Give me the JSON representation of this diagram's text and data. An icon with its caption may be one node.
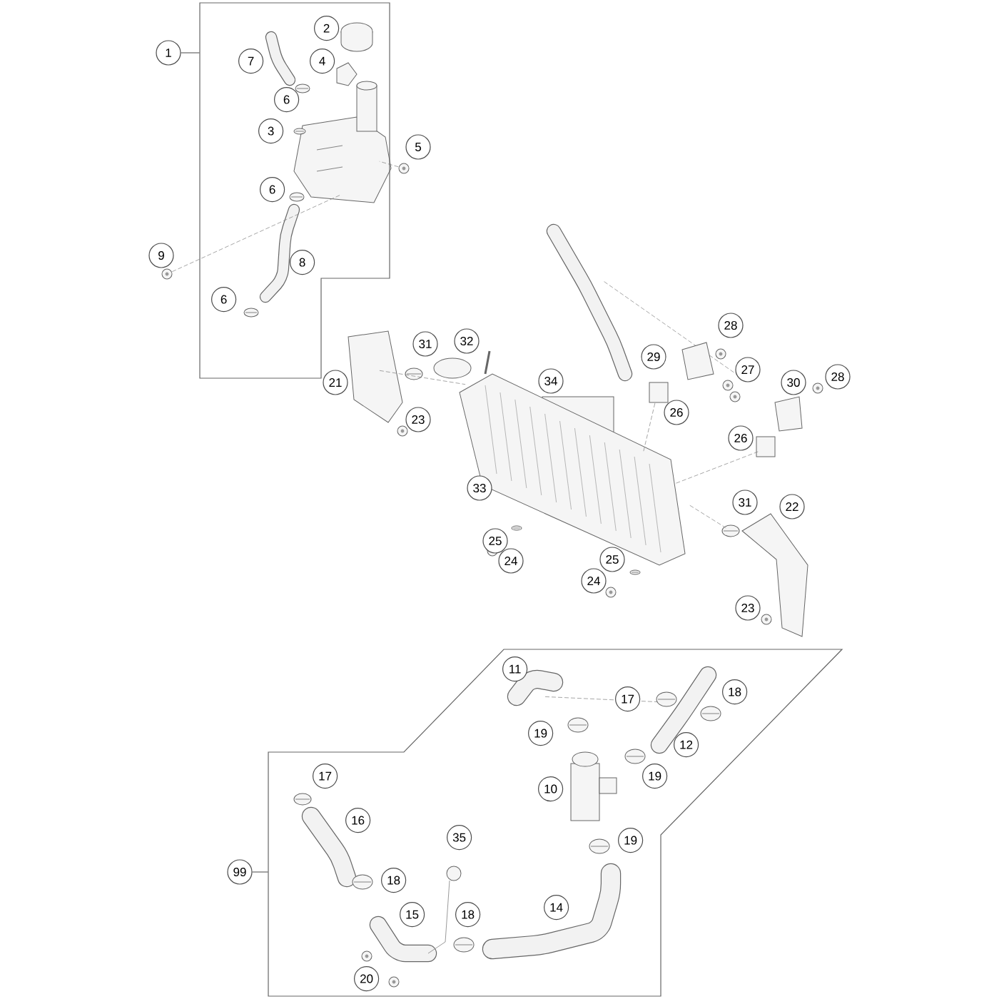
{
  "diagram": {
    "nodes": [
      {
        "text": [
          "1"
        ]
      },
      {
        "text": [],
        "shape": "box"
      },
      {
        "text": [
          "2"
        ],
        "in": 1
      },
      {
        "text": [
          "7"
        ],
        "in": 1
      },
      {
        "text": [
          "4"
        ],
        "in": 1
      },
      {
        "text": [
          "6"
        ],
        "in": 1
      },
      {
        "text": [
          "3"
        ],
        "in": 1
      },
      {
        "text": [
          "5"
        ]
      },
      {
        "text": [
          "6"
        ],
        "in": 1
      },
      {
        "text": [
          "9"
        ]
      },
      {
        "text": [
          "8"
        ],
        "in": 1
      },
      {
        "text": [
          "6"
        ],
        "in": 1
      },
      {
        "text": [
          "28"
        ]
      },
      {
        "text": [
          "31"
        ]
      },
      {
        "text": [
          "32"
        ]
      },
      {
        "text": [
          "29"
        ]
      },
      {
        "text": [
          "27"
        ]
      },
      {
        "text": [
          "30"
        ]
      },
      {
        "text": [
          "28"
        ]
      },
      {
        "text": [
          "21"
        ]
      },
      {
        "text": [
          "34"
        ]
      },
      {
        "text": [
          "23"
        ]
      },
      {
        "text": [
          "26"
        ]
      },
      {
        "text": [
          "26"
        ]
      },
      {
        "text": [
          "33"
        ]
      },
      {
        "text": [
          "31"
        ]
      },
      {
        "text": [
          "22"
        ]
      },
      {
        "text": [
          "25"
        ]
      },
      {
        "text": [
          "24"
        ]
      },
      {
        "text": [
          "25"
        ]
      },
      {
        "text": [
          "24"
        ]
      },
      {
        "text": [
          "23"
        ]
      },
      {
        "text": [],
        "shape": "box"
      },
      {
        "text": [
          "11"
        ],
        "in": 32
      },
      {
        "text": [
          "17"
        ],
        "in": 32
      },
      {
        "text": [
          "18"
        ],
        "in": 32
      },
      {
        "text": [
          "19"
        ],
        "in": 32
      },
      {
        "text": [
          "12"
        ],
        "in": 32
      },
      {
        "text": [
          "19"
        ],
        "in": 32
      },
      {
        "text": [
          "10"
        ],
        "in": 32
      },
      {
        "text": [
          "19"
        ],
        "in": 32
      },
      {
        "text": [
          "17"
        ],
        "in": 32
      },
      {
        "text": [
          "16"
        ],
        "in": 32
      },
      {
        "text": [
          "35"
        ],
        "in": 32
      },
      {
        "text": [
          "99"
        ]
      },
      {
        "text": [
          "18"
        ],
        "in": 32
      },
      {
        "text": [
          "15"
        ],
        "in": 32
      },
      {
        "text": [
          "18"
        ],
        "in": 32
      },
      {
        "text": [
          "14"
        ],
        "in": 32
      },
      {
        "text": [
          "20"
        ],
        "in": 32
      }
    ],
    "edges": [
      {
        "from": 0,
        "to": 1,
        "arrow": "none"
      },
      {
        "from": 44,
        "to": 32,
        "arrow": "none"
      }
    ]
  }
}
